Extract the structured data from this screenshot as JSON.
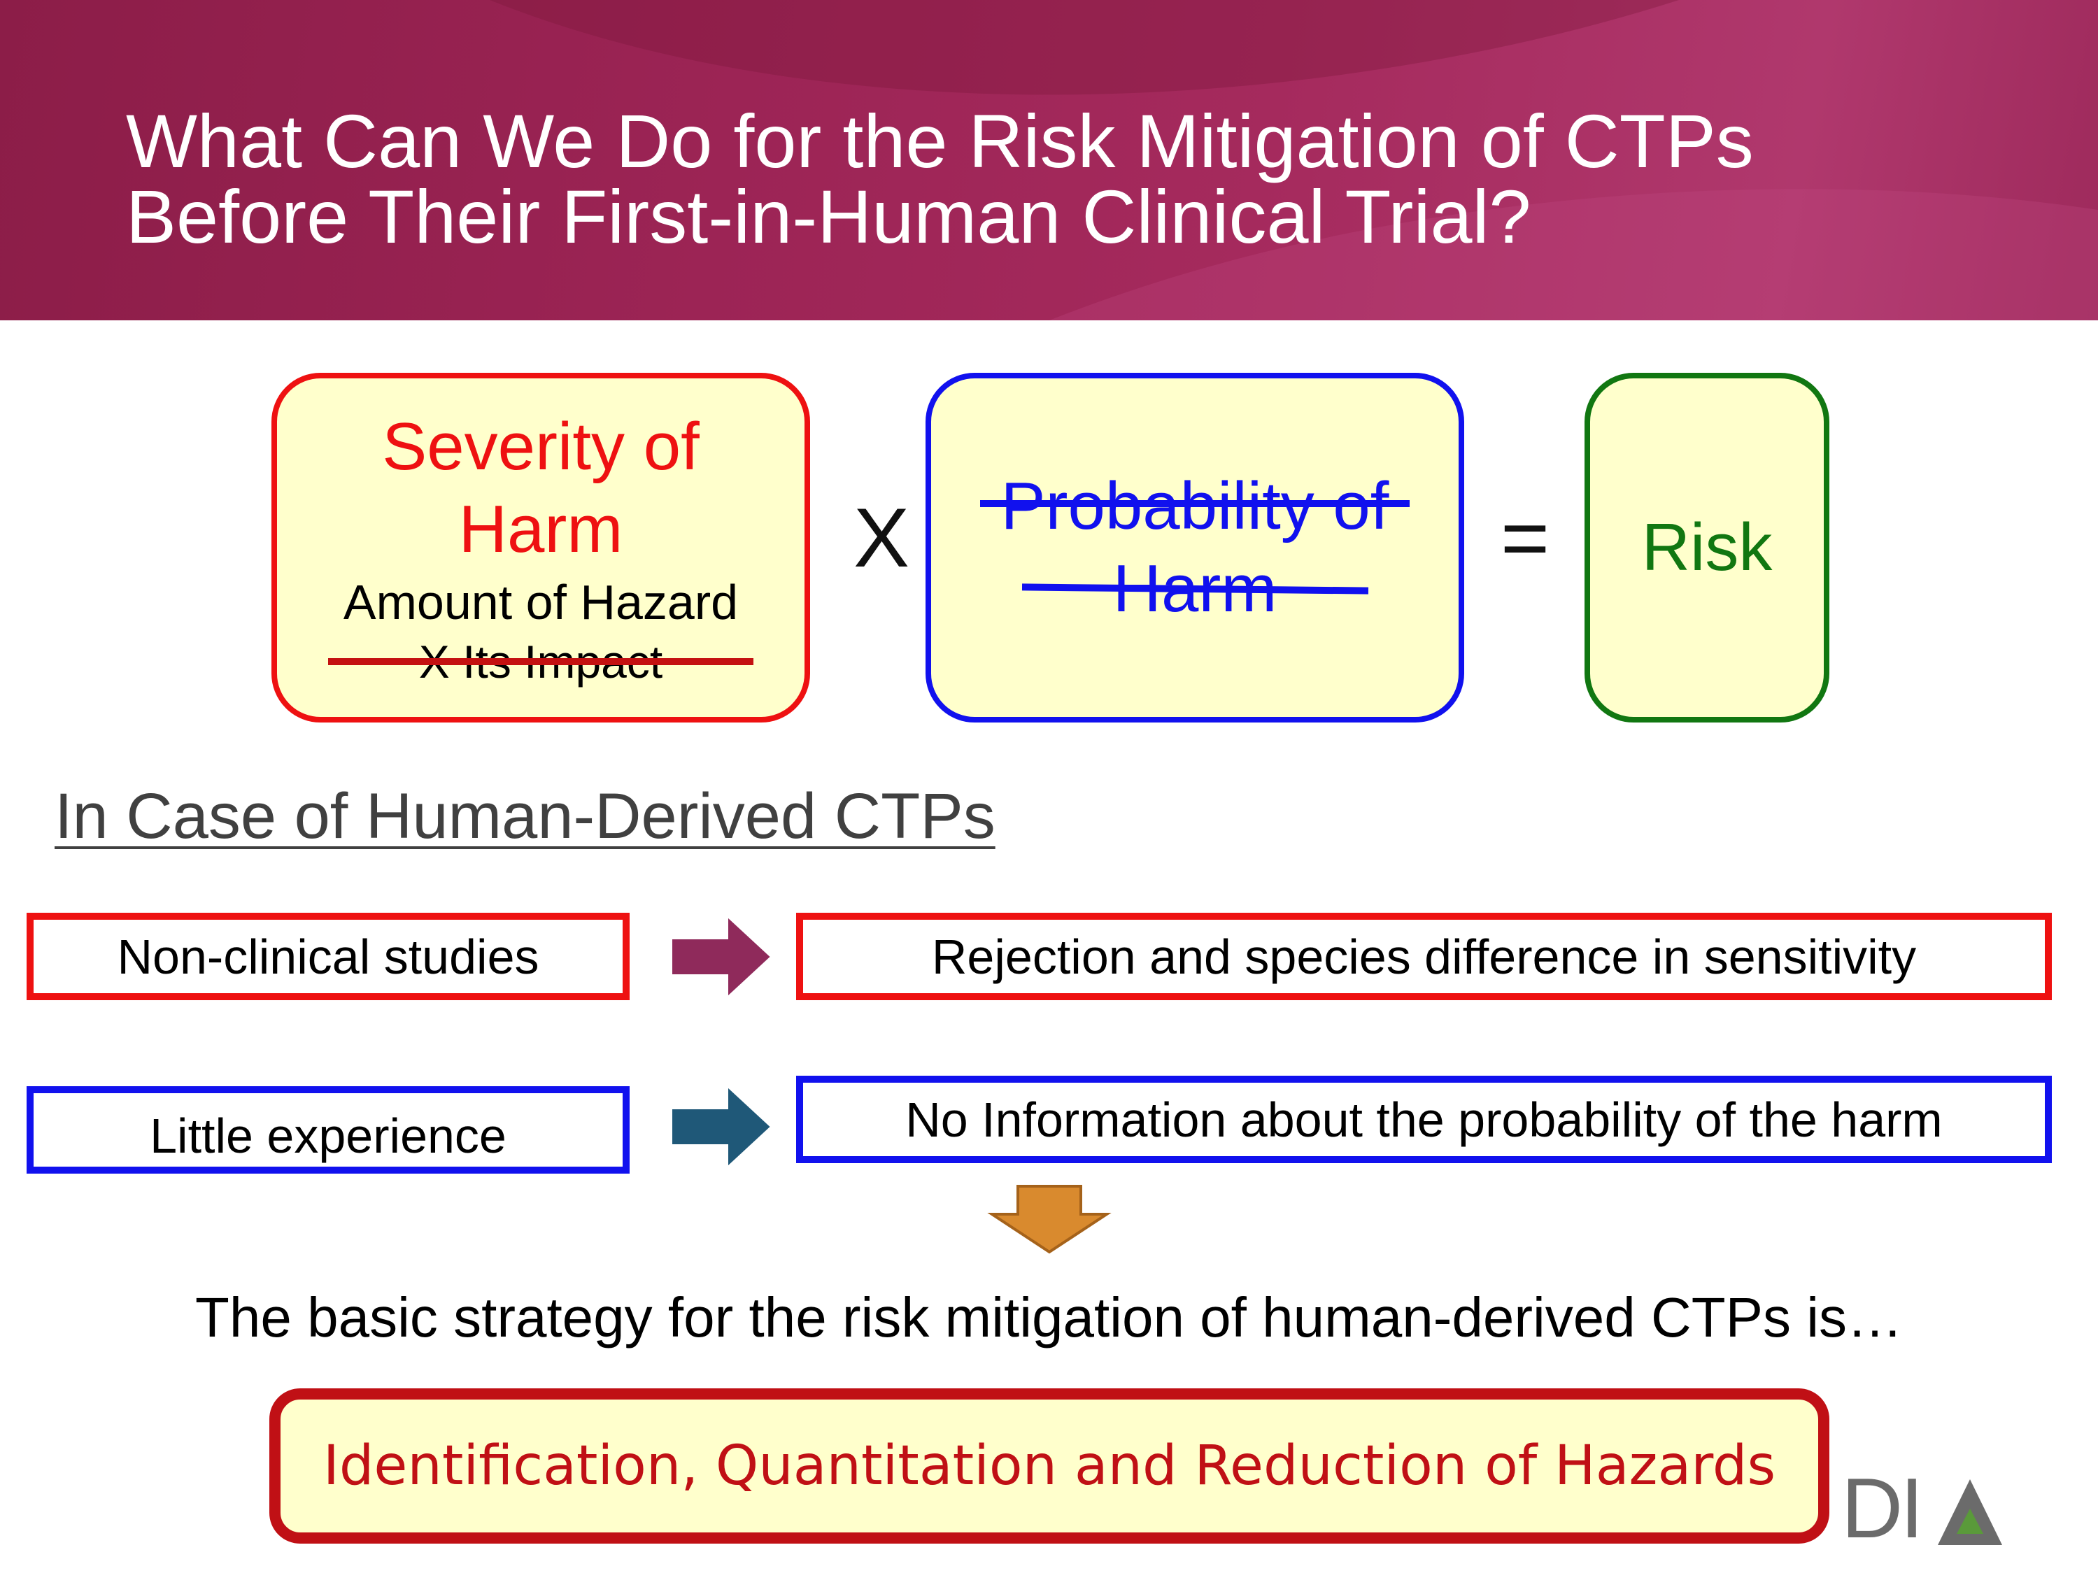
{
  "title": {
    "line1": "What Can We Do for the Risk Mitigation of CTPs",
    "line2": "Before Their First-in-Human Clinical Trial?"
  },
  "equation": {
    "severity": {
      "heading_line1": "Severity of",
      "heading_line2": "Harm",
      "line3": "Amount of Hazard",
      "line4_struck": "X Its Impact"
    },
    "times": "X",
    "probability": {
      "line1_struck": "Probability of",
      "line2_struck": "Harm"
    },
    "equals": "=",
    "risk": "Risk"
  },
  "section_heading": "In Case of Human-Derived CTPs",
  "rows": [
    {
      "left": "Non-clinical studies",
      "right": "Rejection and species difference in sensitivity",
      "color": "#ee1111",
      "arrow_color": "#8f2a5b"
    },
    {
      "left": "Little experience",
      "right": "No Information about the probability of the harm",
      "color": "#1111ee",
      "arrow_color": "#1f5878"
    }
  ],
  "down_arrow_color": "#d98a2e",
  "strategy_text": "The basic strategy for the risk mitigation of human-derived CTPs is…",
  "conclusion": "Identification, Quantitation and Reduction of Hazards",
  "logo": {
    "text": "DI",
    "triangle_color": "#5a9a3a"
  }
}
